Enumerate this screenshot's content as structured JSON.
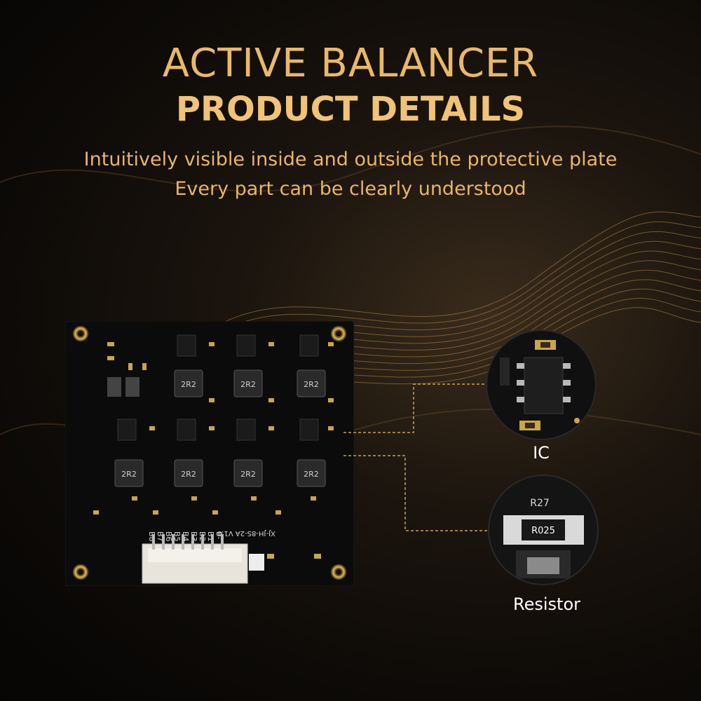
{
  "header": {
    "title_line1": "ACTIVE BALANCER",
    "title_line2": "PRODUCT DETAILS",
    "subtitle_line1": "Intuitively visible inside and outside the protective plate",
    "subtitle_line2": "Every part can be clearly understood"
  },
  "board": {
    "model_text": "XJ-JH-8S-2A V1.0",
    "inductor_marking": "2R2",
    "connector_labels": [
      "B8",
      "B7",
      "B6",
      "B5",
      "B4",
      "B3",
      "B2",
      "B1",
      "B-"
    ]
  },
  "callouts": {
    "ic_label": "IC",
    "resistor_label": "Resistor",
    "resistor_ref": "R27",
    "resistor_marking": "R025"
  },
  "colors": {
    "gold": "#e9b86a",
    "background": "#0d0a07",
    "pcb": "#0a0a0a"
  }
}
